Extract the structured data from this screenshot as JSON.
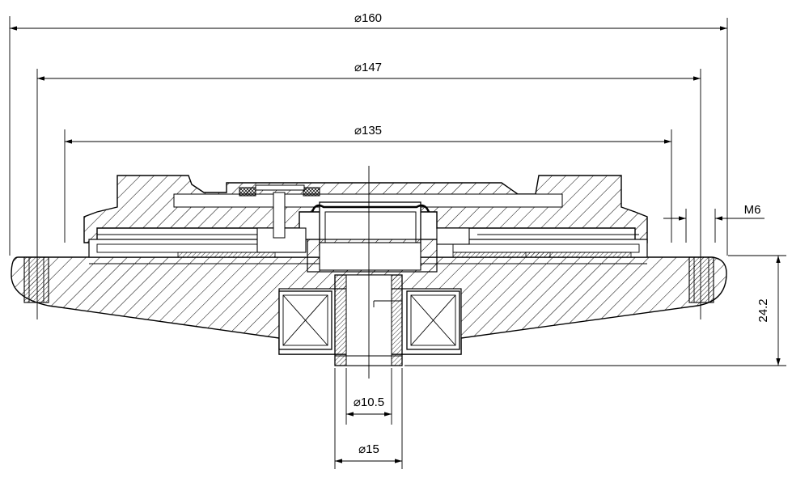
{
  "drawing": {
    "dimensions": {
      "d160": "⌀160",
      "d147": "⌀147",
      "d135": "⌀135",
      "m6": "M6",
      "h24": "24.2",
      "d10_5": "⌀10.5",
      "d15": "⌀15"
    },
    "colors": {
      "line": "#000000",
      "background": "#ffffff"
    }
  }
}
